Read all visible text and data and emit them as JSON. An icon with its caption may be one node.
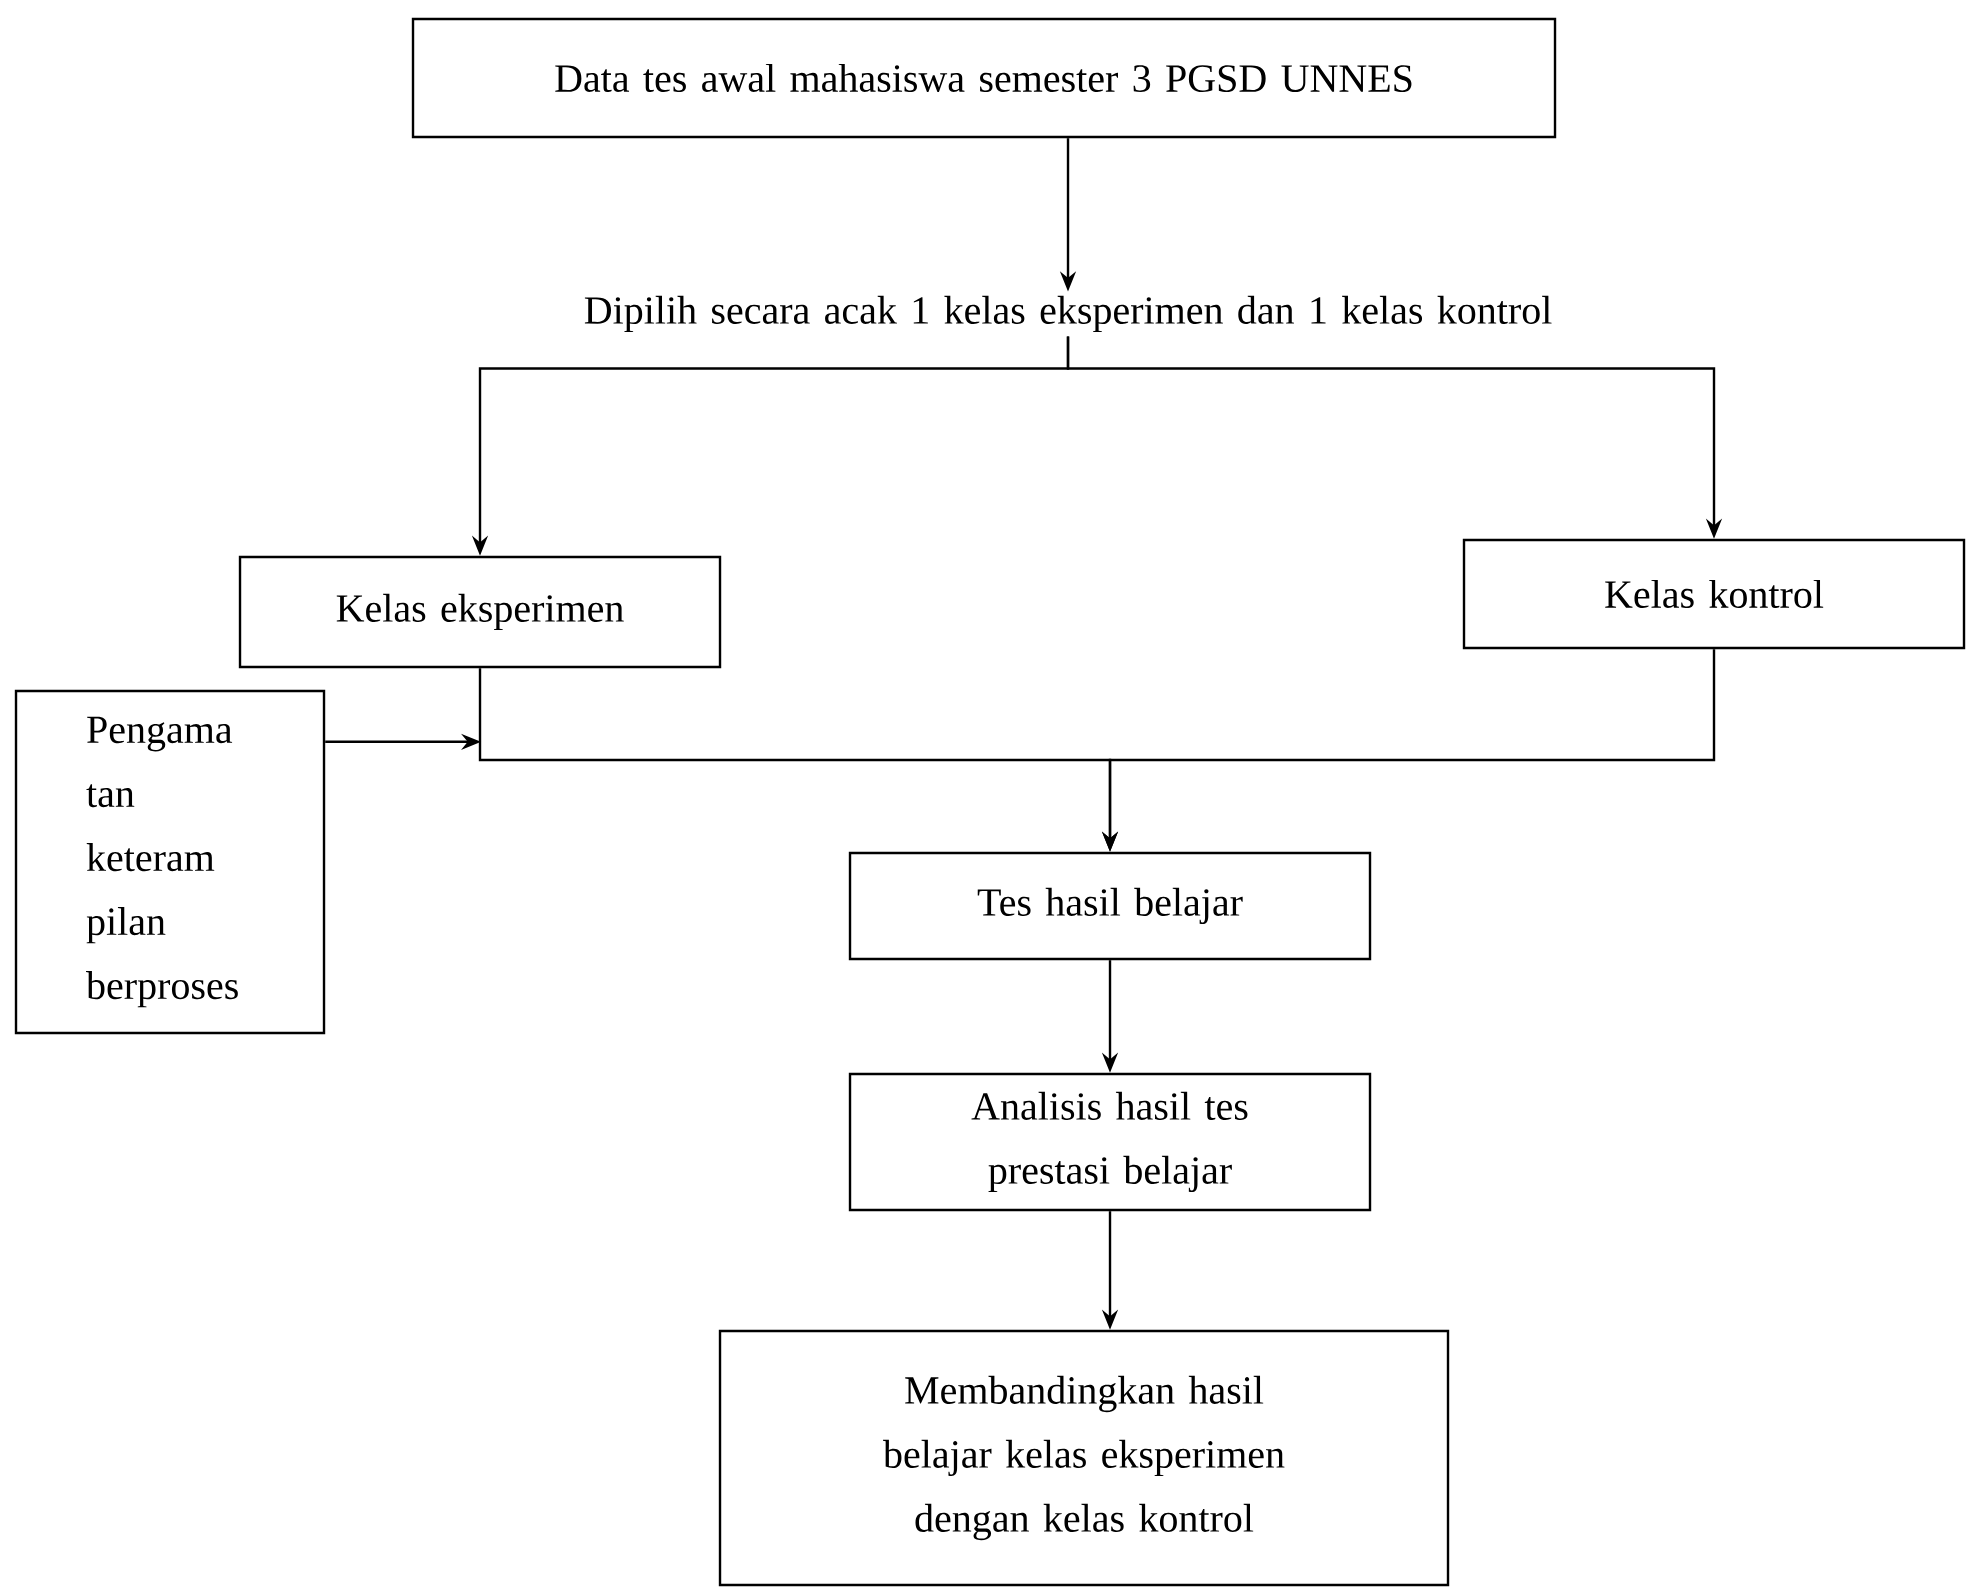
{
  "diagram": {
    "nodes": [
      {
        "text": [
          "Data tes awal mahasiswa semester 3 PGSD UNNES"
        ]
      },
      {
        "text": [
          "Dipilih secara acak 1 kelas eksperimen dan 1 kelas kontrol"
        ]
      },
      {
        "text": [
          "Kelas eksperimen"
        ]
      },
      {
        "text": [
          "Kelas kontrol"
        ]
      },
      {
        "text": [
          "Pengama tan keteram pilan berproses"
        ]
      },
      {
        "text": [
          "Tes hasil belajar"
        ]
      },
      {
        "text": [
          "Analisis hasil tes prestasi belajar"
        ]
      },
      {
        "text": [
          "Membandingkan hasil belajar kelas eksperimen dengan kelas kontrol"
        ]
      }
    ],
    "edges": [
      {
        "from": 0,
        "to": 1,
        "arrow": "to"
      },
      {
        "from": 1,
        "to": 2,
        "arrow": "to"
      },
      {
        "from": 1,
        "to": 3,
        "arrow": "to"
      },
      {
        "from": 2,
        "to": 5,
        "arrow": "to"
      },
      {
        "from": 3,
        "to": 5,
        "arrow": "to"
      },
      {
        "from": 4,
        "to": null,
        "arrow": "to"
      },
      {
        "from": 5,
        "to": 6,
        "arrow": "to"
      },
      {
        "from": 6,
        "to": 7,
        "arrow": "to"
      }
    ]
  }
}
